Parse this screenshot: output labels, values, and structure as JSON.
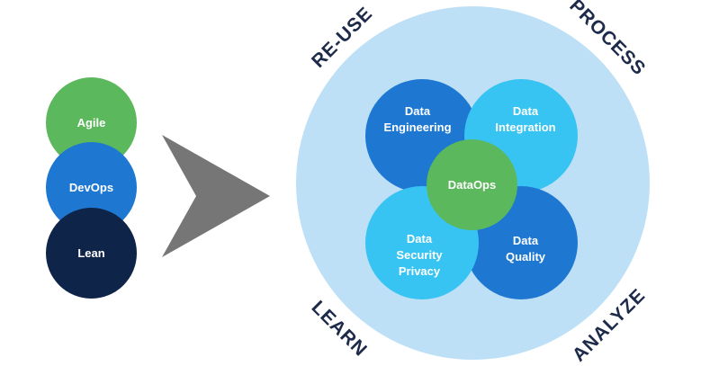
{
  "left_stack": [
    {
      "label": "Agile",
      "color": "#5cb85c"
    },
    {
      "label": "DevOps",
      "color": "#1e78d2"
    },
    {
      "label": "Lean",
      "color": "#0e2549"
    }
  ],
  "arrow_color": "#767676",
  "big_circle": {
    "color": "#bde0f7"
  },
  "corner_labels": {
    "top_left": "RE-USE",
    "top_right": "PROCESS",
    "bottom_left": "LEARN",
    "bottom_right": "ANALYZE"
  },
  "inner": {
    "engineering": {
      "line1": "Data",
      "line2": "Engineering",
      "color": "#1e78d2"
    },
    "integration": {
      "line1": "Data",
      "line2": "Integration",
      "color": "#38c4f2"
    },
    "security": {
      "line1": "Data",
      "line2": "Security",
      "line3": "Privacy",
      "color": "#38c4f2"
    },
    "quality": {
      "line1": "Data",
      "line2": "Quality",
      "color": "#1e78d2"
    },
    "center": {
      "label": "DataOps",
      "color": "#5cb85c"
    }
  }
}
